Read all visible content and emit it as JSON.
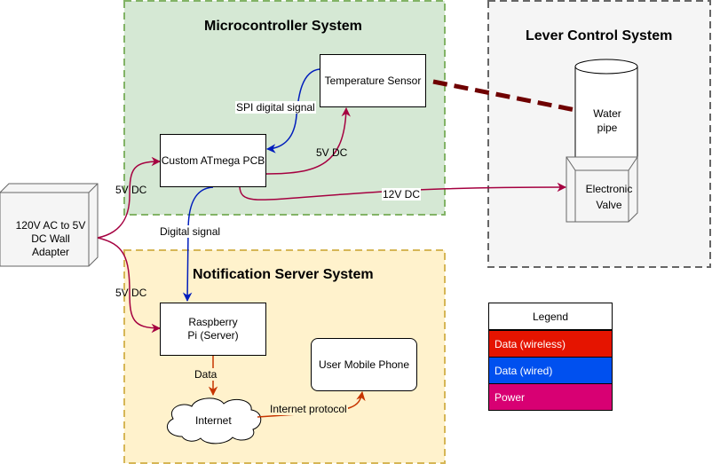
{
  "groups": {
    "micro": "Microcontroller System",
    "lever": "Lever Control System",
    "notify": "Notification Server System"
  },
  "nodes": {
    "adapter": "120V AC to 5V DC Wall Adapter",
    "pcb": "Custom ATmega PCB",
    "sensor": "Temperature Sensor",
    "pipe": "Water pipe",
    "valve": "Electronic Valve",
    "pi": "Raspberry Pi (Server)",
    "phone": "User Mobile Phone",
    "internet": "Internet"
  },
  "edges": {
    "power_top": "5V DC",
    "power_bottom": "5V DC",
    "spi": "SPI digital signal",
    "sensor_power": "5V DC",
    "valve_power": "12V DC",
    "digital": "Digital signal",
    "data": "Data",
    "protocol": "Internet protocol"
  },
  "legend": {
    "title": "Legend",
    "items": [
      {
        "label": "Data (wireless)",
        "color": "#e51400"
      },
      {
        "label": "Data (wired)",
        "color": "#0050ef"
      },
      {
        "label": "Power",
        "color": "#d80073"
      }
    ]
  },
  "colors": {
    "power_line": "#a50040",
    "wired_line": "#001dbc",
    "internet_line": "#c73500",
    "mechanical_link": "#6f0000",
    "micro_fill": "#d5e8d4",
    "notify_fill": "#fff2cc",
    "lever_fill": "#f5f5f5"
  }
}
